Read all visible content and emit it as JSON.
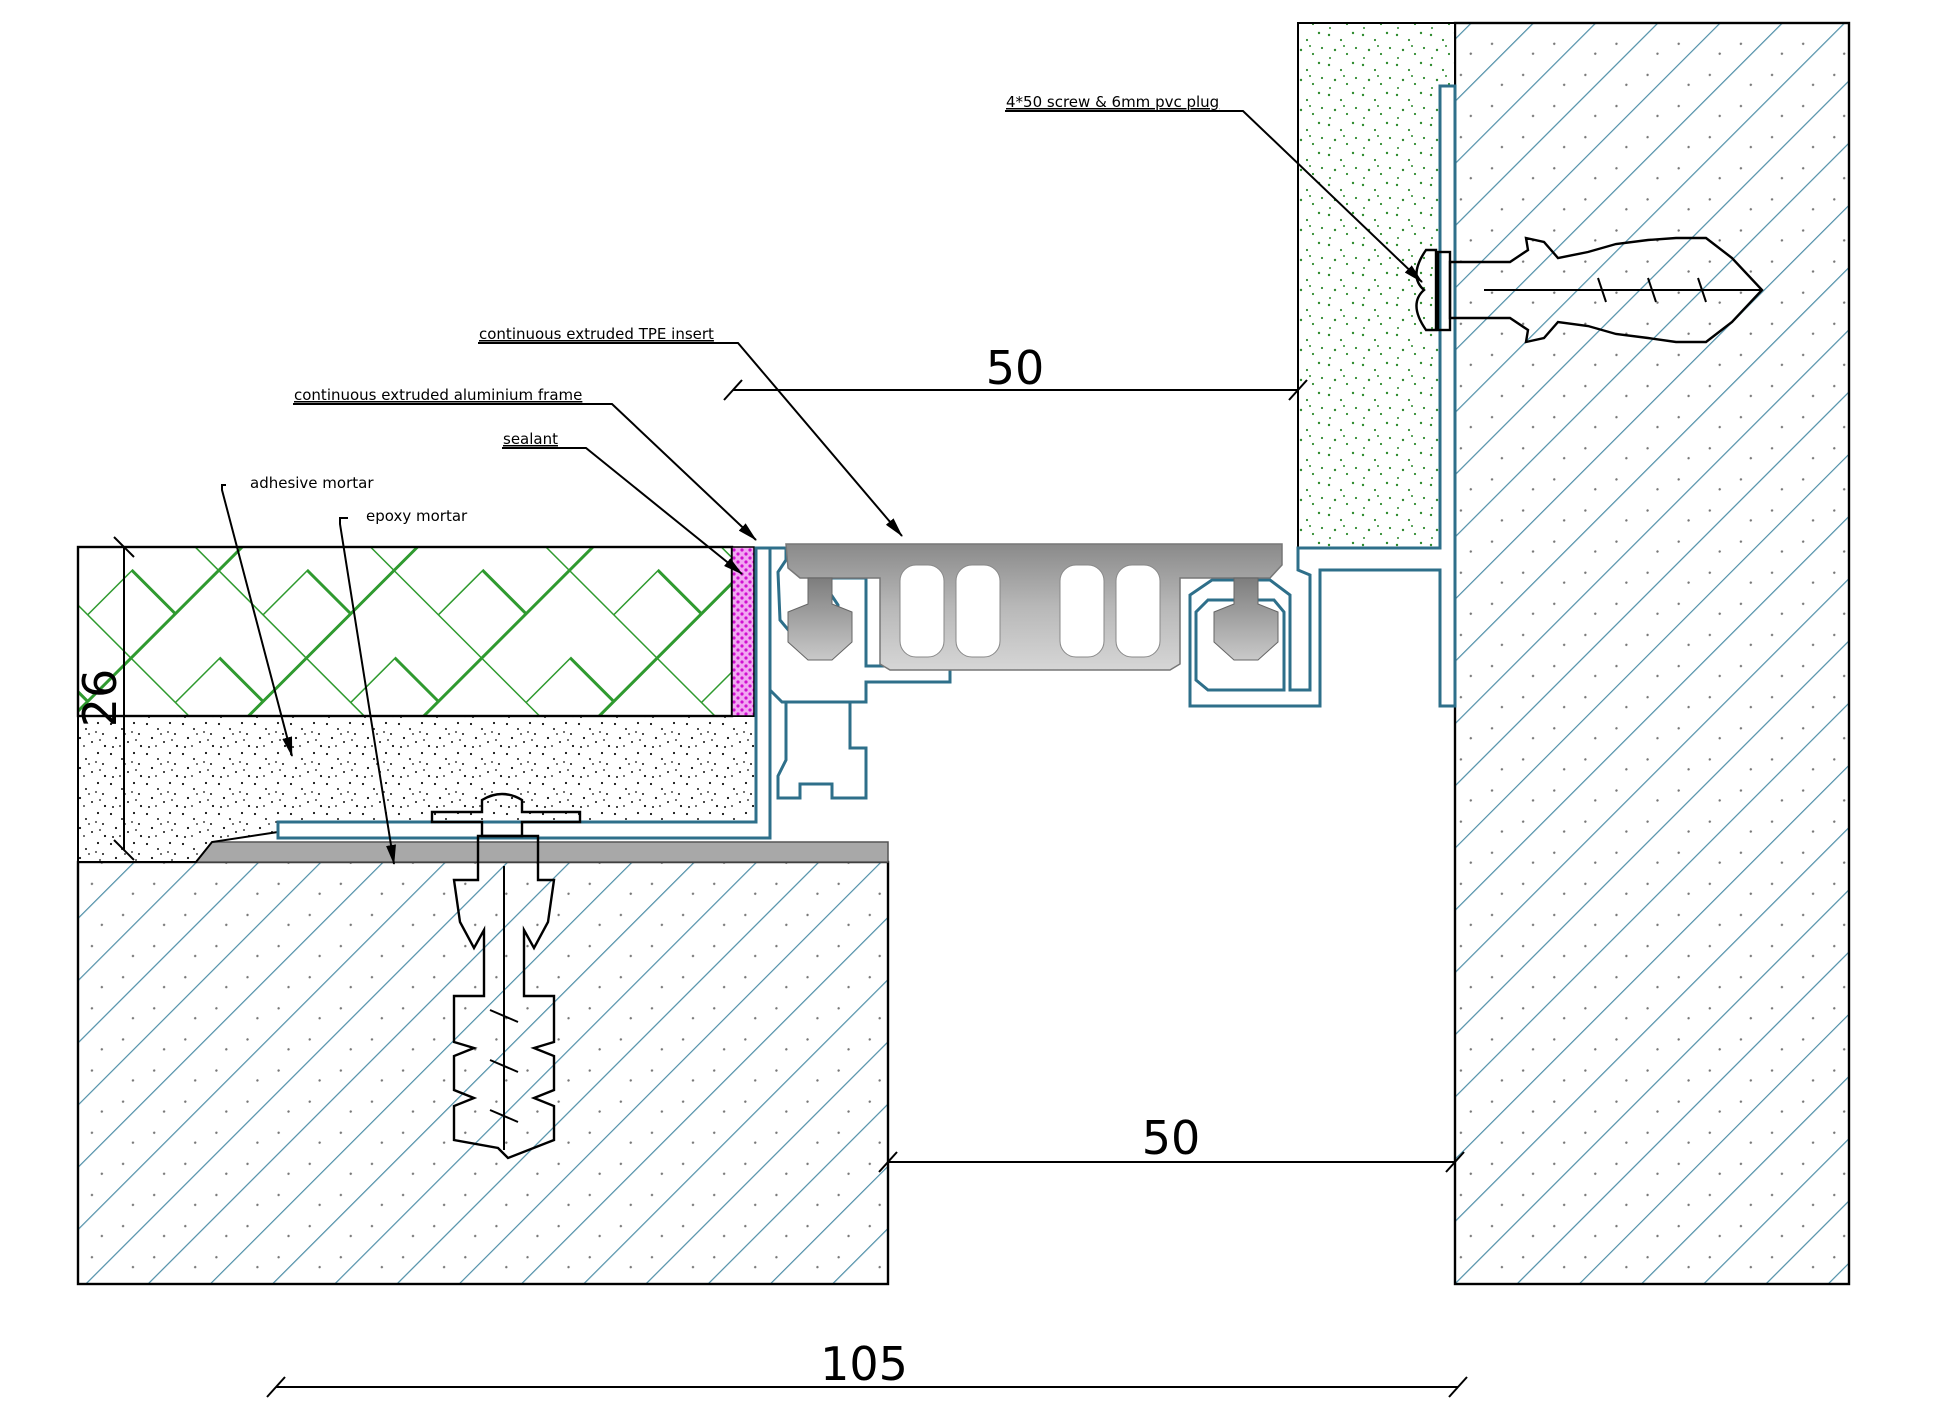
{
  "labels": {
    "screw": "4*50 screw & 6mm pvc plug",
    "tpe_insert": "continuous extruded TPE insert",
    "alu_frame": "continuous extruded aluminium frame",
    "sealant": "sealant",
    "adhesive": "adhesive mortar",
    "epoxy": "epoxy mortar"
  },
  "dimensions": {
    "top_gap": "50",
    "bottom_gap": "50",
    "overall_width": "105",
    "height": "26"
  },
  "colors": {
    "profile": "#2e6f8a",
    "hatch_concrete": "#4f8fa8",
    "hatch_tile": "#2f9a2f",
    "sealant": "#e020e0",
    "insert_gray": "#9a9a9a",
    "mortar_dots": "#000000",
    "wall_dots": "#2e8b2e"
  }
}
